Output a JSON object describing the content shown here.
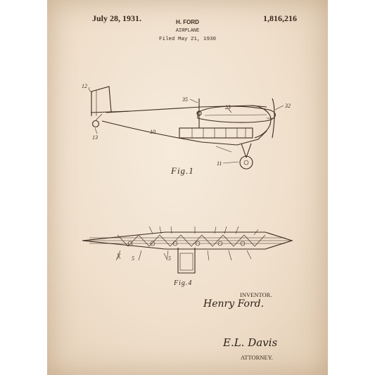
{
  "patent": {
    "date": "July 28, 1931.",
    "inventor": "H. FORD",
    "number": "1,816,216",
    "subject": "AIRPLANE",
    "filed": "Filed May 21, 1930"
  },
  "figures": {
    "fig1_caption": "Fig.1",
    "fig4_caption": "Fig.4",
    "fig1_refs": [
      "12",
      "35",
      "23",
      "32",
      "10",
      "13",
      "11"
    ],
    "fig4_refs": [
      "5",
      "5"
    ]
  },
  "signatures": {
    "inventor_label": "INVENTOR.",
    "inventor_signature": "Henry Ford.",
    "attorney_label": "ATTORNEY.",
    "attorney_signature": "E.L. Davis"
  },
  "colors": {
    "paper": "#efdfcb",
    "ink": "#3d2b1f"
  }
}
